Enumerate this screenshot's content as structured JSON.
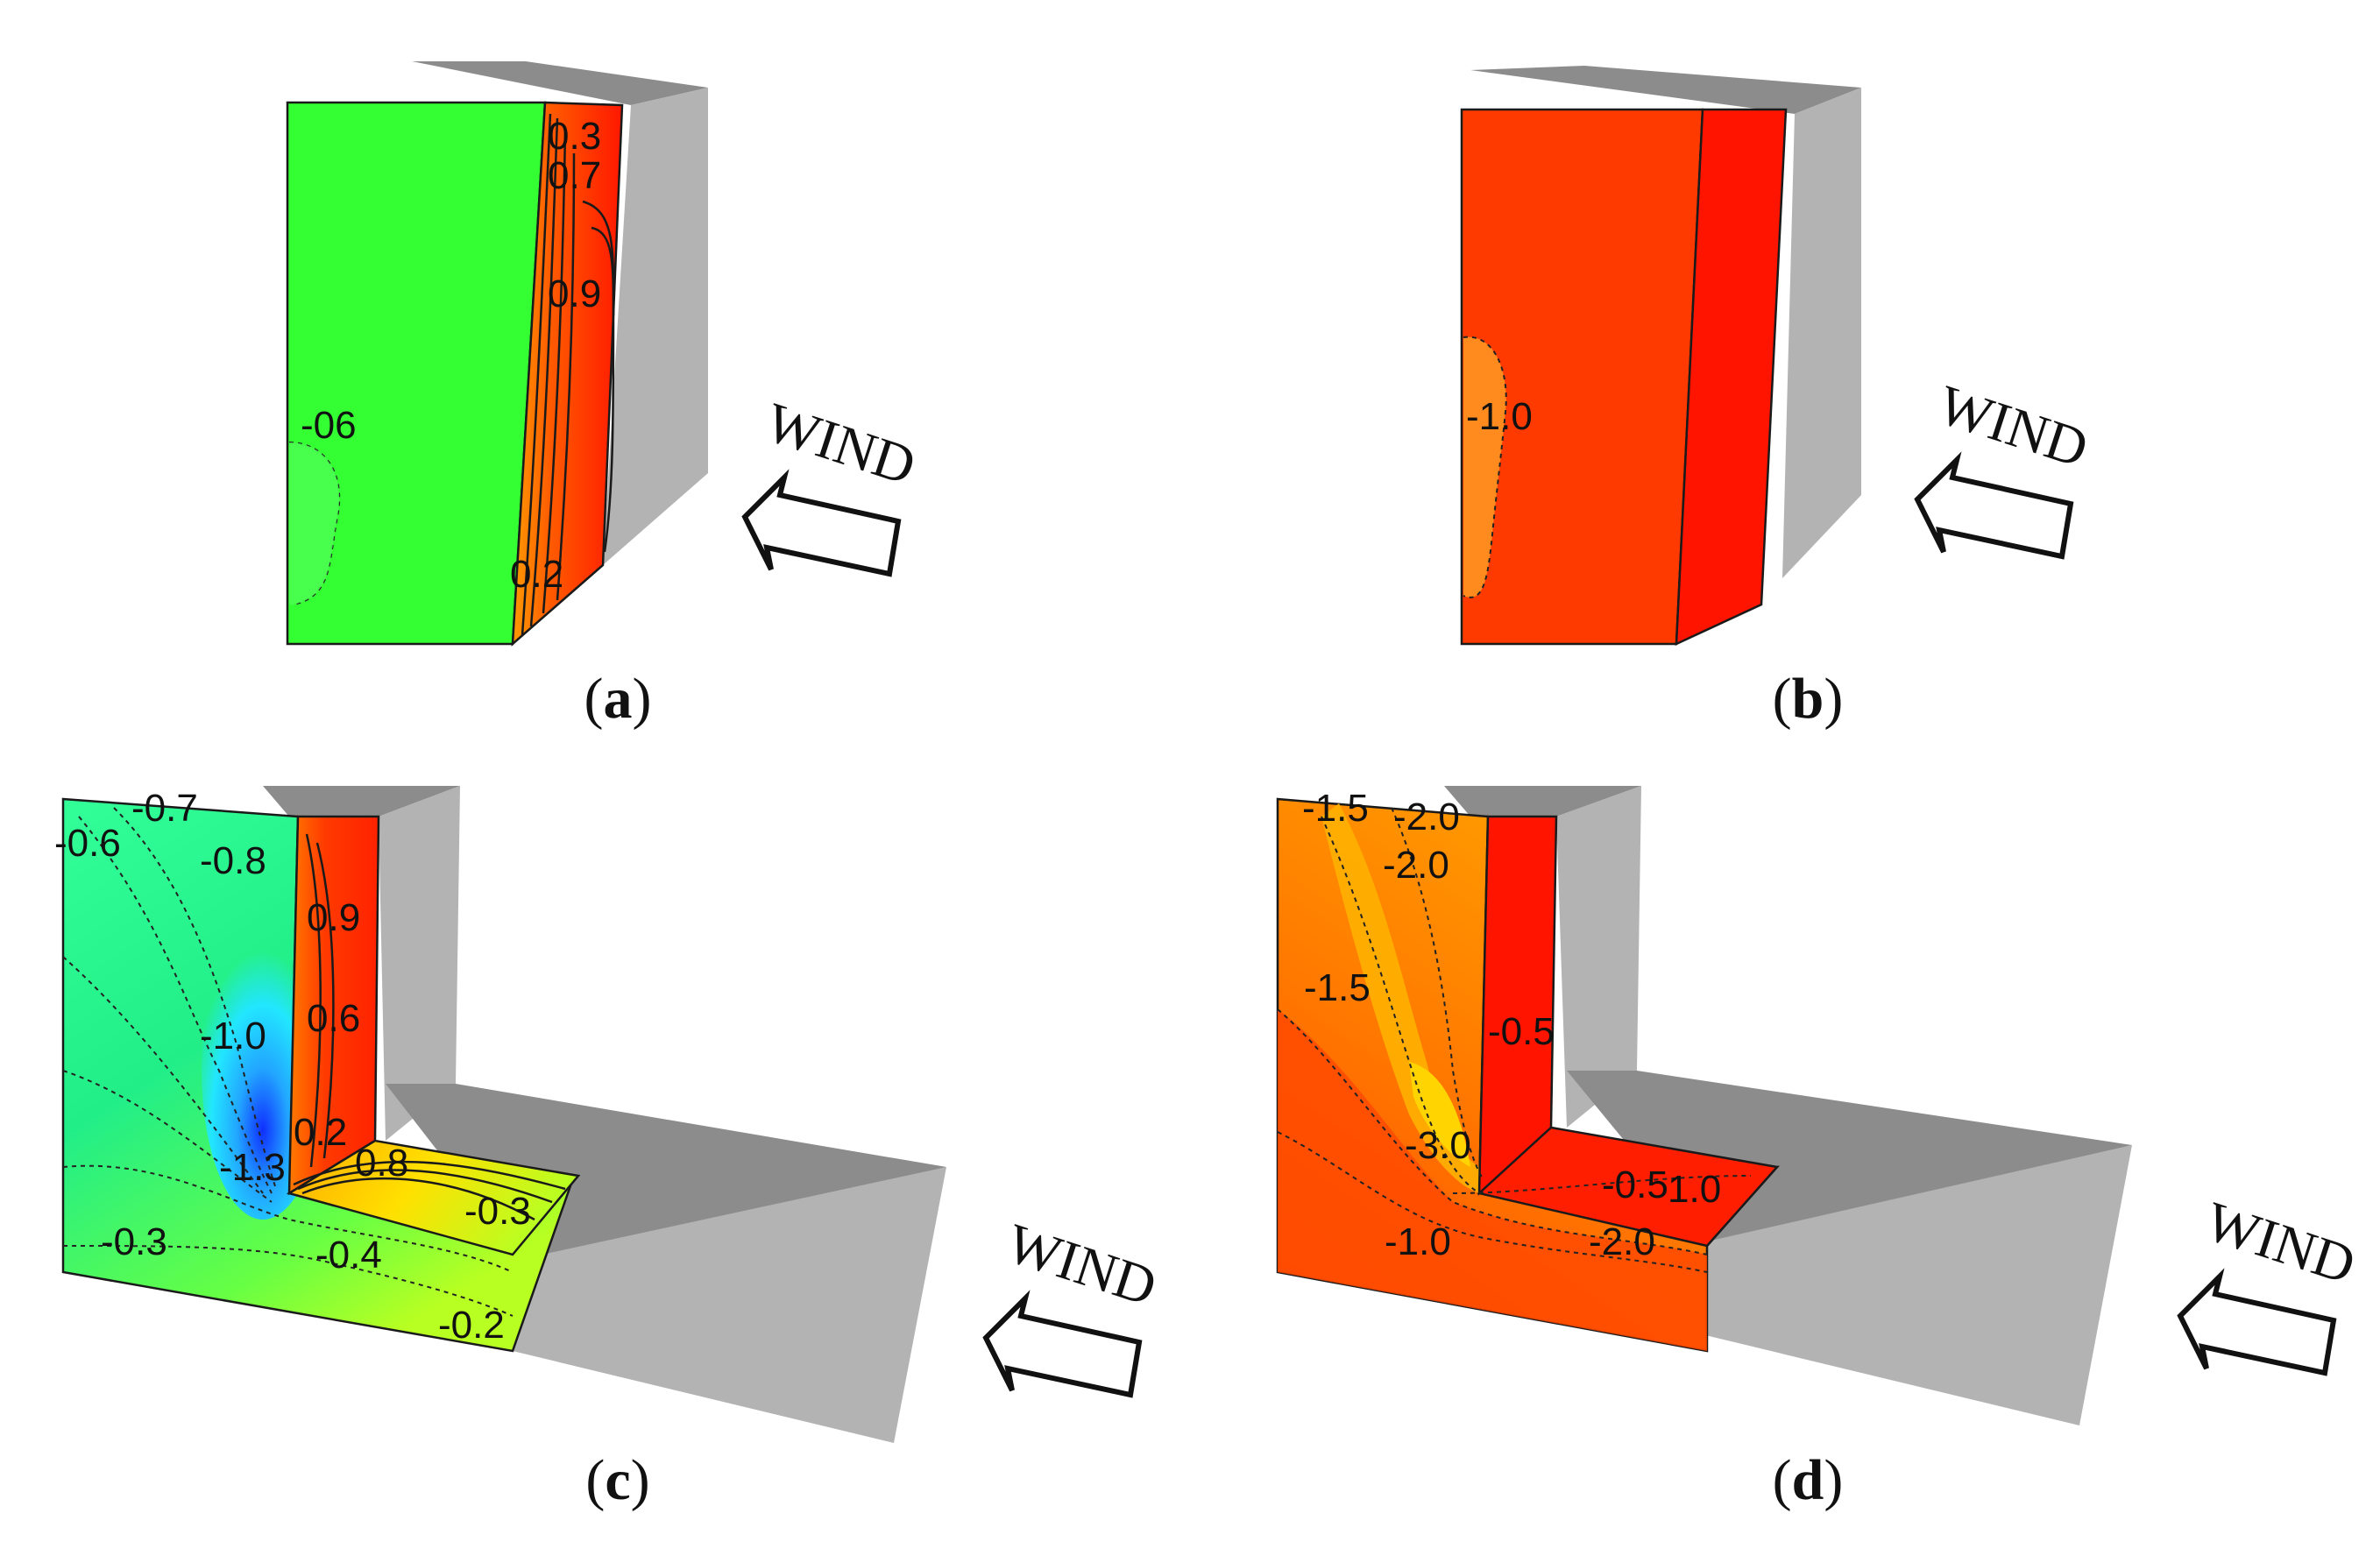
{
  "panels": [
    {
      "id": "a",
      "caption": "a",
      "wind": "WIND",
      "labels": [
        "0.3",
        "0.7",
        "0.9",
        "-06",
        "0.2"
      ]
    },
    {
      "id": "b",
      "caption": "b",
      "wind": "WIND",
      "labels": [
        "-1.0"
      ]
    },
    {
      "id": "c",
      "caption": "c",
      "wind": "WIND",
      "labels": [
        "-0.7",
        "-0.6",
        "-0.8",
        "0.9",
        "0.6",
        "-1.0",
        "0.2",
        "-1.3",
        "0.8",
        "-0.3",
        "-0.3",
        "-0.4",
        "-0.2"
      ]
    },
    {
      "id": "d",
      "caption": "d",
      "wind": "WIND",
      "labels": [
        "-1.5",
        "-2.0",
        "-2.0",
        "-1.5",
        "-0.5",
        "-3.0",
        "-0.5",
        "1.0",
        "-1.0",
        "-2.0"
      ]
    }
  ],
  "colors": {
    "gray_top": "#8e8e8e",
    "gray_side": "#b3b3b3",
    "green": "#33ff33",
    "orange_red": "#ff3a00",
    "red": "#ff1500",
    "cyan": "#22e6ff",
    "blue": "#1e5cff",
    "yellow_green": "#b8ff22",
    "orange": "#ff7a00",
    "yellow": "#ffd400"
  }
}
